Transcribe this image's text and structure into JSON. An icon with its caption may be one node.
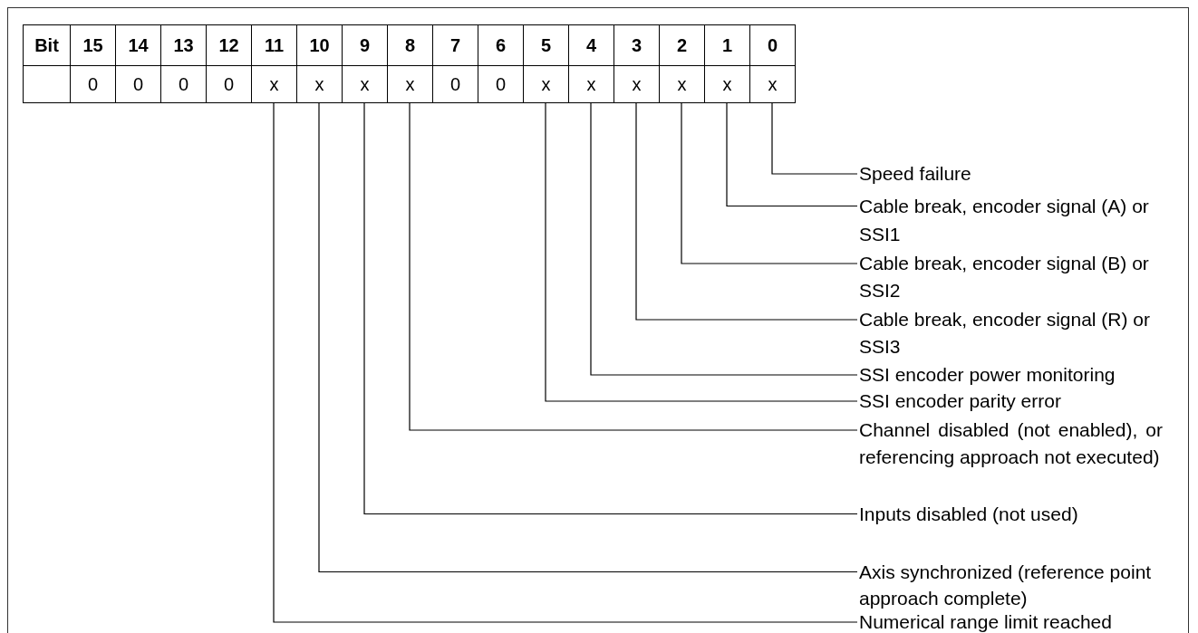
{
  "diagram": {
    "nodes": [
      {
        "text": [
          "Bit"
        ]
      },
      {
        "text": [
          "15"
        ]
      },
      {
        "text": [
          "14"
        ]
      },
      {
        "text": [
          "13"
        ]
      },
      {
        "text": [
          "12"
        ]
      },
      {
        "text": [
          "11"
        ]
      },
      {
        "text": [
          "10"
        ]
      },
      {
        "text": [
          "9"
        ]
      },
      {
        "text": [
          "8"
        ]
      },
      {
        "text": [
          "7"
        ]
      },
      {
        "text": [
          "6"
        ]
      },
      {
        "text": [
          "5"
        ]
      },
      {
        "text": [
          "4"
        ]
      },
      {
        "text": [
          "3"
        ]
      },
      {
        "text": [
          "2"
        ]
      },
      {
        "text": [
          "1"
        ]
      },
      {
        "text": [
          "0"
        ]
      },
      {
        "text": [],
        "shape": "box"
      },
      {
        "text": [
          "0"
        ]
      },
      {
        "text": [
          "0"
        ]
      },
      {
        "text": [
          "0"
        ]
      },
      {
        "text": [
          "0"
        ]
      },
      {
        "text": [
          "x"
        ]
      },
      {
        "text": [
          "x"
        ]
      },
      {
        "text": [
          "x"
        ]
      },
      {
        "text": [
          "x"
        ]
      },
      {
        "text": [
          "0"
        ]
      },
      {
        "text": [
          "0"
        ]
      },
      {
        "text": [
          "x"
        ]
      },
      {
        "text": [
          "x"
        ]
      },
      {
        "text": [
          "x"
        ]
      },
      {
        "text": [
          "x"
        ]
      },
      {
        "text": [
          "x"
        ]
      },
      {
        "text": [
          "x"
        ]
      },
      {
        "text": [
          "Speed failure"
        ]
      },
      {
        "text": [
          "Cable break, encoder signal (A) or SSI1"
        ]
      },
      {
        "text": [
          "Cable break, encoder signal (B) or SSI2"
        ]
      },
      {
        "text": [
          "Cable break, encoder signal (R) or SSI3"
        ]
      },
      {
        "text": [
          "SSI encoder power monitoring"
        ]
      },
      {
        "text": [
          "SSI encoder parity error"
        ]
      },
      {
        "text": [
          "Channel disabled (not enabled), or referencing approach not executed)"
        ]
      },
      {
        "text": [
          "Inputs disabled (not used)"
        ]
      },
      {
        "text": [
          "Axis synchronized (reference point approach complete)"
        ]
      },
      {
        "text": [
          "Numerical range limit reached"
        ]
      }
    ],
    "edges": [
      {
        "from": 34,
        "to": 33,
        "arrow": "none"
      },
      {
        "from": 35,
        "to": 32,
        "arrow": "none"
      },
      {
        "from": 36,
        "to": 31,
        "arrow": "none"
      },
      {
        "from": 37,
        "to": 30,
        "arrow": "none"
      },
      {
        "from": 38,
        "to": 29,
        "arrow": "none"
      },
      {
        "from": 39,
        "to": 28,
        "arrow": "none"
      },
      {
        "from": 40,
        "to": 25,
        "arrow": "none"
      },
      {
        "from": 41,
        "to": 24,
        "arrow": "none"
      },
      {
        "from": 42,
        "to": 23,
        "arrow": "none"
      },
      {
        "from": 43,
        "to": 22,
        "arrow": "none"
      }
    ]
  }
}
